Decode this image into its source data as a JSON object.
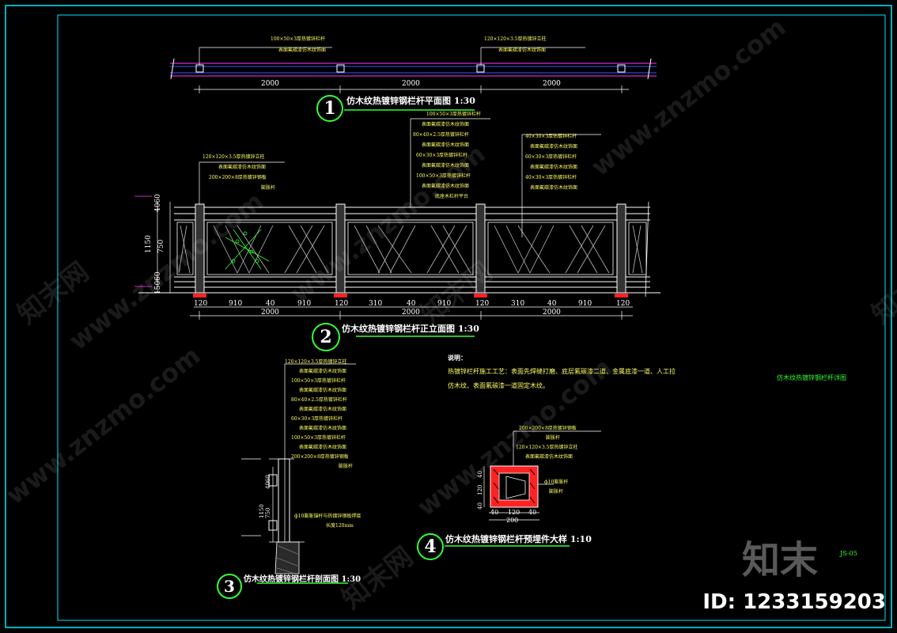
{
  "plan": {
    "annot_left": [
      "100×50×3厚热镀锌栏杆",
      "表面氟碳漆仿木纹饰面"
    ],
    "annot_right": [
      "120×120×3.5厚热镀锌立柱",
      "表面氟碳漆仿木纹饰面"
    ],
    "dims": [
      "2000",
      "2000",
      "2000"
    ],
    "number": "1",
    "title": "仿木纹热镀锌钢栏杆平面图 1:30"
  },
  "elevation": {
    "annot_left": [
      "120×120×3.5厚热镀锌立柱",
      "表面氟碳漆仿木纹饰面",
      "200×200×8厚热镀锌钢板",
      "膨胀杆"
    ],
    "annot_mid": [
      "100×50×3厚热镀锌栏杆",
      "表面氟碳漆仿木纹饰面",
      "80×40×2.5厚热镀锌栏杆",
      "表面氟碳漆仿木纹饰面",
      "60×30×3厚热镀锌栏杆",
      "表面氟碳漆仿木纹饰面",
      "100×50×3厚热镀锌栏杆",
      "表面氟碳漆仿木纹饰面",
      "底座木栏杆平台"
    ],
    "annot_right": [
      "40×30×3厚热镀锌栏杆",
      "表面氟碳漆仿木纹饰面",
      "60×30×3厚热镀锌栏杆",
      "表面氟碳漆仿木纹饰面",
      "40×30×3厚热镀锌栏杆",
      "表面氟碳漆仿木纹饰面"
    ],
    "vdims": [
      "4060",
      "750",
      "1150",
      "15060"
    ],
    "seg_dims": [
      "120",
      "910",
      "40",
      "910",
      "120",
      "310",
      "40",
      "910",
      "120",
      "310",
      "40",
      "910",
      "120"
    ],
    "dims": [
      "2000",
      "2000",
      "2000"
    ],
    "number": "2",
    "title": "仿木纹热镀锌钢栏杆正立面图 1:30"
  },
  "notes": {
    "heading": "说明：",
    "line1": "热镀锌栏杆施工工艺：表面先焊缝打磨、底层氟碳漆二道、金属底漆一道、人工拉",
    "line2": "仿木纹、表面氟碳漆一道固定木纹。",
    "side_title": "仿木纹热镀锌钢栏杆详图"
  },
  "section": {
    "annots": [
      "120×120×3.5厚热镀锌立柱",
      "表面氟碳漆仿木纹饰面",
      "100×50×3厚热镀锌栏杆",
      "表面氟碳漆仿木纹饰面",
      "80×40×2.5厚热镀锌栏杆",
      "表面氟碳漆仿木纹饰面",
      "60×30×3厚热镀锌栏杆",
      "表面氟碳漆仿木纹饰面",
      "100×50×3厚热镀锌栏杆",
      "表面氟碳漆仿木纹饰面",
      "200×200×8厚热镀锌钢板",
      "膨胀杆"
    ],
    "note": "ф10膨胀锚杆与热镀锌钢板焊接",
    "note2": "长度120mm",
    "vdims": [
      "4060",
      "750",
      "1150"
    ],
    "number": "3",
    "title": "仿木纹热镀锌钢栏杆剖面图 1:30"
  },
  "detail": {
    "annots": [
      "200×200×8厚热镀锌钢板",
      "膨胀杆",
      "120×120×3.5厚热镀锌立柱",
      "表面氟碳漆仿木纹饰面"
    ],
    "anchor": "ф10膨胀杆",
    "anchor2": "膨胀杆",
    "hdims": [
      "40",
      "120",
      "40"
    ],
    "hdim_total": "200",
    "vdims": [
      "40",
      "120",
      "40"
    ],
    "number": "4",
    "title": "仿木纹热镀锌钢栏杆预埋件大样 1:10"
  },
  "sheet_code": "JS-05",
  "watermarks": [
    "www.znzmo.com",
    "知末网"
  ],
  "brand_logo": "知末",
  "image_id": "ID: 1233159203",
  "colors": {
    "background": "#000000",
    "frame": "#00e5ff",
    "annotation": "#ffff66",
    "label": "#33ff33",
    "post": "#ff3333"
  }
}
